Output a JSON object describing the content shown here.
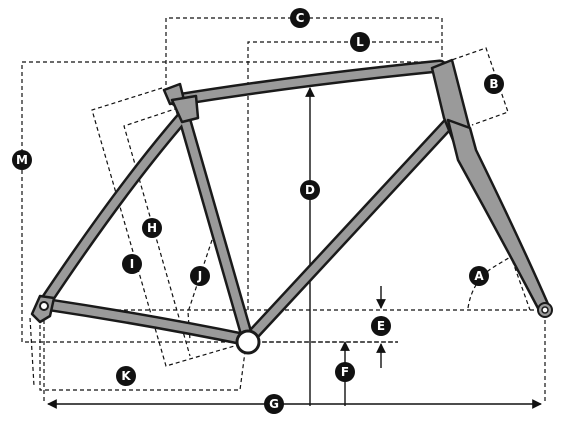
{
  "labels": {
    "A": "A",
    "B": "B",
    "C": "C",
    "D": "D",
    "E": "E",
    "F": "F",
    "G": "G",
    "H": "H",
    "I": "I",
    "J": "J",
    "K": "K",
    "L": "L",
    "M": "M"
  },
  "colors": {
    "frame": "#9a9a9a",
    "outline": "#1a1a1a",
    "badge": "#111111",
    "badge_text": "#ffffff",
    "background": "#ffffff"
  }
}
